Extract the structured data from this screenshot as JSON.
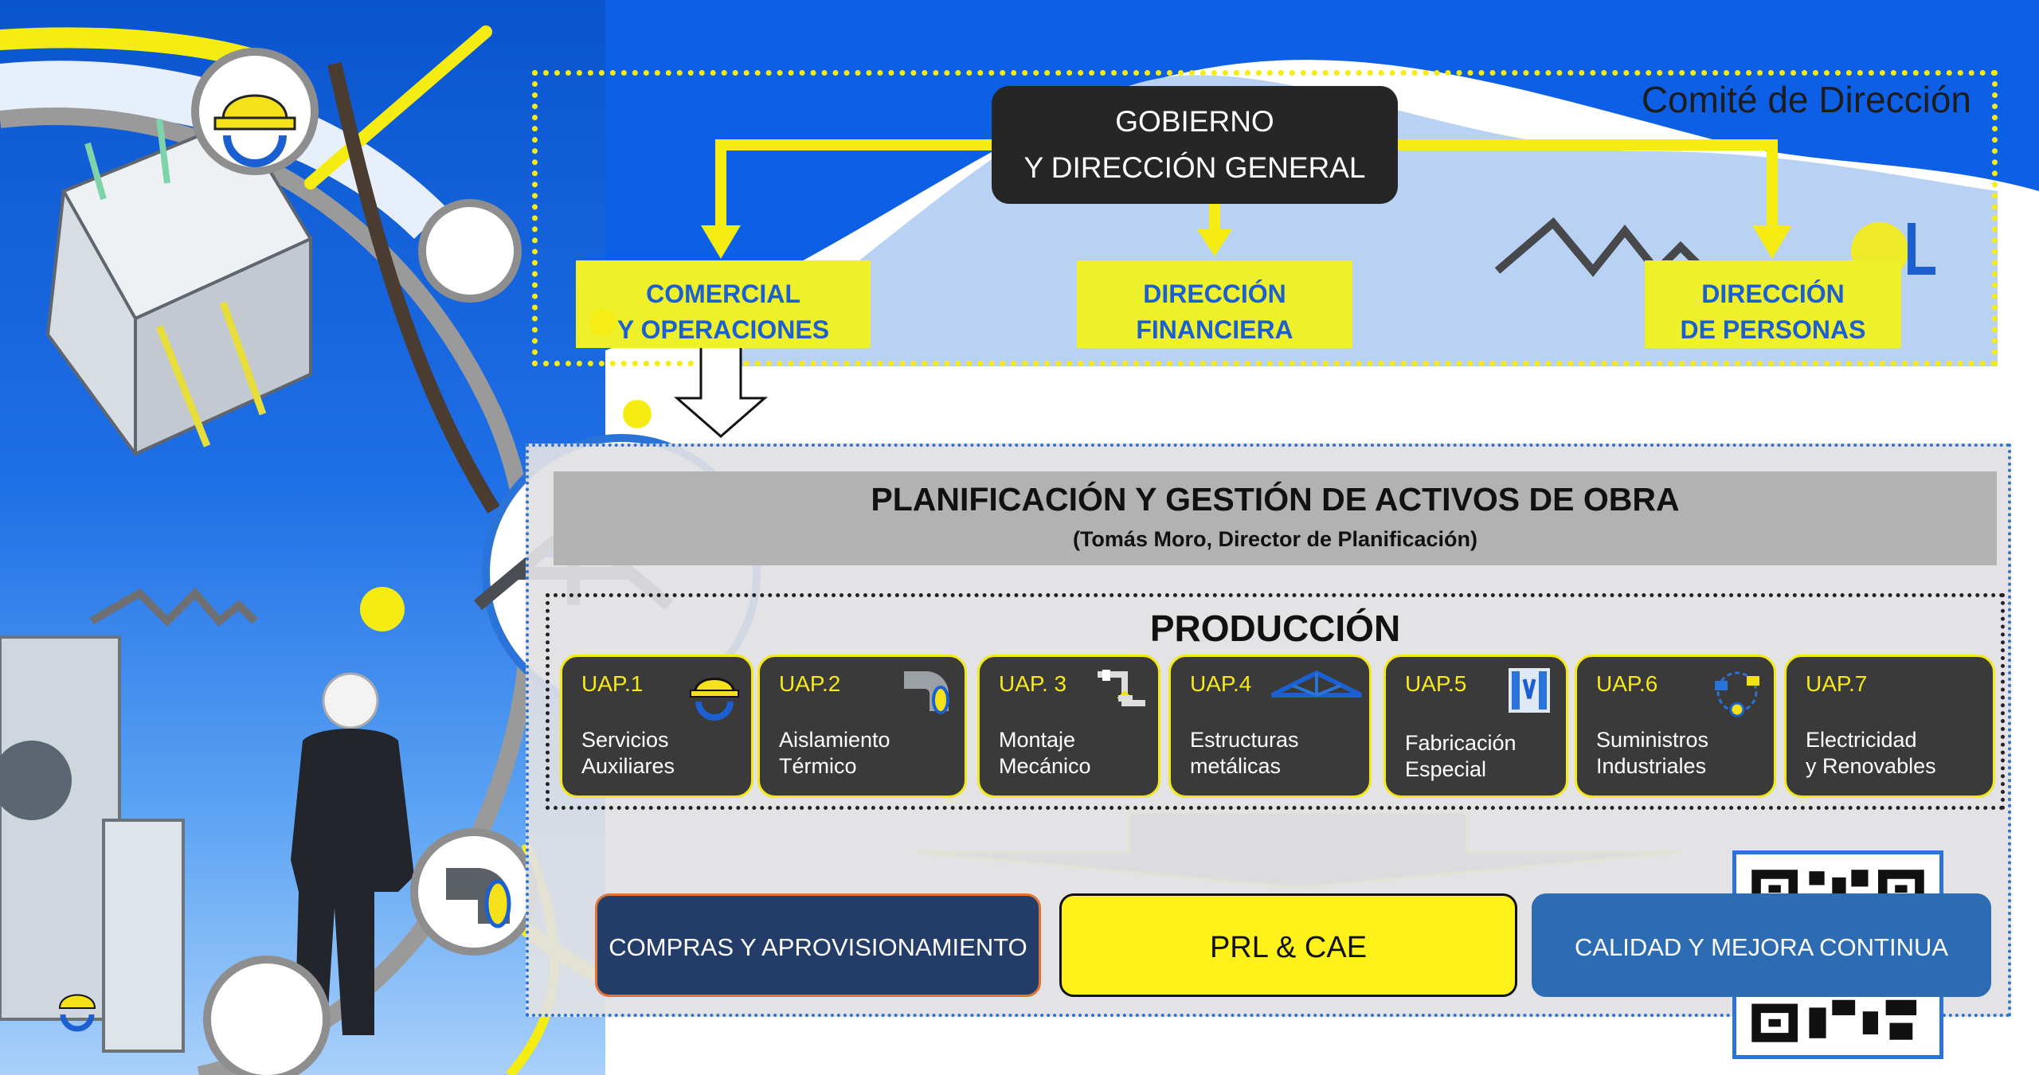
{
  "committee": {
    "title": "Comité de Dirección"
  },
  "governance": {
    "line1": "GOBIERNO",
    "line2": "Y DIRECCIÓN GENERAL"
  },
  "directorates": [
    {
      "line1": "COMERCIAL",
      "line2": "Y OPERACIONES"
    },
    {
      "line1": "DIRECCIÓN",
      "line2": "FINANCIERA"
    },
    {
      "line1": "DIRECCIÓN",
      "line2": "DE PERSONAS"
    }
  ],
  "planning": {
    "title": "PLANIFICACIÓN Y GESTIÓN DE ACTIVOS DE OBRA",
    "subtitle": "(Tomás Moro, Director de Planificación)"
  },
  "production": {
    "title": "PRODUCCIÓN",
    "units": [
      {
        "code": "UAP.1",
        "line1": "Servicios",
        "line2": "Auxiliares",
        "icon": "hardhat-gear-icon"
      },
      {
        "code": "UAP.2",
        "line1": "Aislamiento",
        "line2": "Térmico",
        "icon": "insulated-pipe-icon"
      },
      {
        "code": "UAP. 3",
        "line1": "Montaje",
        "line2": "Mecánico",
        "icon": "pipe-valve-icon"
      },
      {
        "code": "UAP.4",
        "line1": "Estructuras",
        "line2": "metálicas",
        "icon": "truss-icon"
      },
      {
        "code": "UAP.5",
        "line1": "Fabricación",
        "line2": "Especial",
        "icon": "fabrication-icon"
      },
      {
        "code": "UAP.6",
        "line1": "Suministros",
        "line2": "Industriales",
        "icon": "supply-chain-icon"
      },
      {
        "code": "UAP.7",
        "line1": "Electricidad",
        "line2": "y Renovables",
        "icon": ""
      }
    ]
  },
  "support": {
    "compras": "COMPRAS Y APROVISIONAMIENTO",
    "prl": "PRL & CAE",
    "calidad": "CALIDAD Y MEJORA CONTINUA"
  },
  "colors": {
    "accent_yellow": "#f5ec13",
    "brand_blue": "#1b5fd0",
    "dark": "#262626",
    "navy": "#233c68",
    "steel_blue": "#2d6cb2"
  }
}
